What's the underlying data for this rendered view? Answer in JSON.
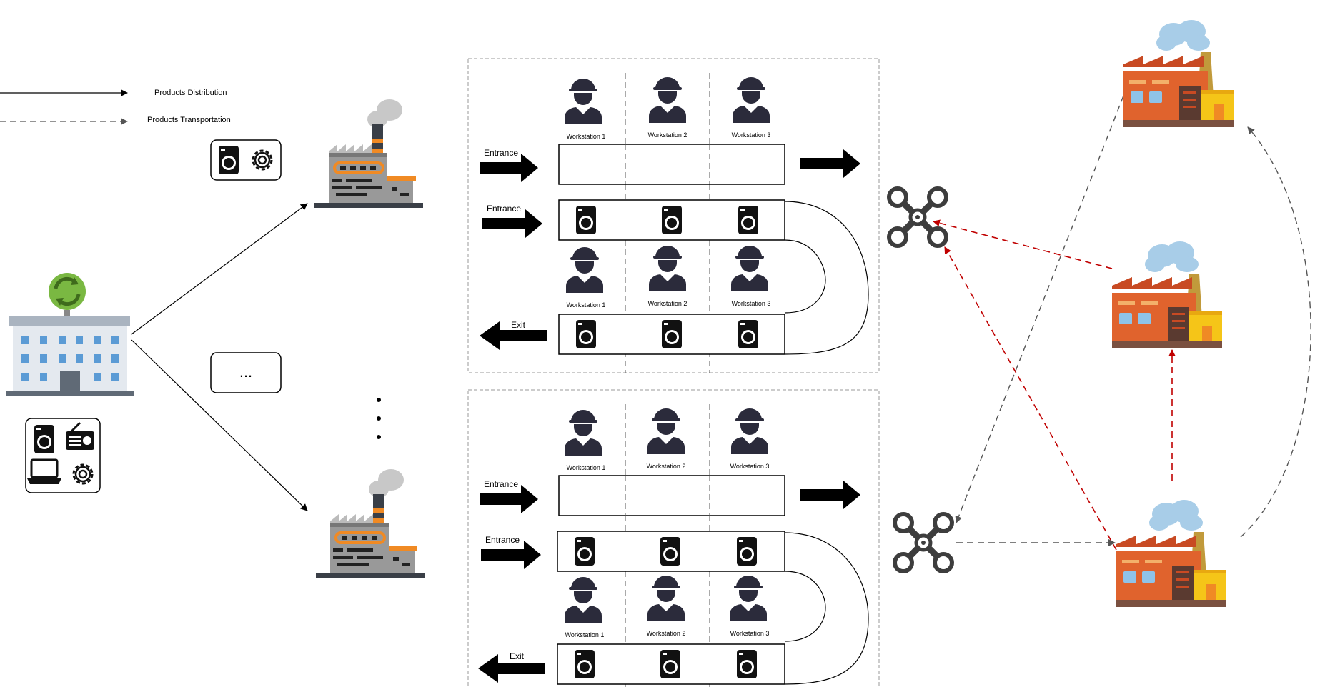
{
  "legend": {
    "distribution": "Products Distribution",
    "transportation": "Products Transportation"
  },
  "middle": {
    "ellipsis_box": "...",
    "vertical_dots": "⋮"
  },
  "lines": [
    {
      "entrance_label": "Entrance",
      "entrance2_label": "Entrance",
      "exit_label": "Exit",
      "workstations_top": [
        "Workstation 1",
        "Workstation 2",
        "Workstation 3"
      ],
      "workstations_bottom": [
        "Workstation 1",
        "Workstation 2",
        "Workstation 3"
      ]
    },
    {
      "entrance_label": "Entrance",
      "entrance2_label": "Entrance",
      "exit_label": "Exit",
      "workstations_top": [
        "Workstation 1",
        "Workstation 2",
        "Workstation 3"
      ],
      "workstations_bottom": [
        "Workstation 1",
        "Workstation 2",
        "Workstation 3"
      ]
    }
  ],
  "colors": {
    "factory_orange": "#e0632d",
    "factory_yellow": "#f5c518",
    "factory_roof": "#c84a23",
    "cloud": "#a8cde8",
    "red_dash": "#c00000",
    "gray_dash": "#555555",
    "hq_green": "#7ab842",
    "window_blue": "#5b9bd5"
  },
  "icons": {
    "hq": "office-building-icon",
    "recycle": "recycle-icon",
    "factory_gray": "gray-factory-icon",
    "factory_orange": "orange-factory-icon",
    "worker": "worker-helmet-icon",
    "washer": "washing-machine-icon",
    "drone": "drone-icon",
    "gear": "gear-icon",
    "radio": "radio-icon",
    "laptop": "laptop-icon"
  }
}
